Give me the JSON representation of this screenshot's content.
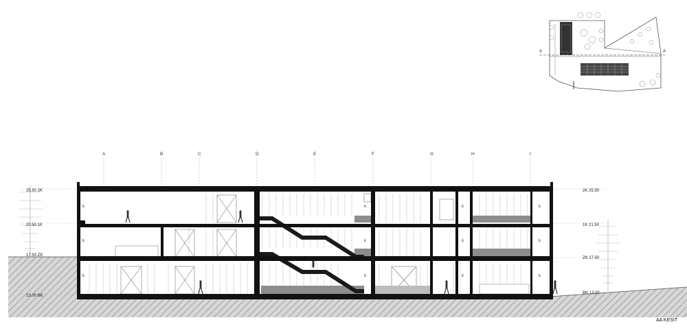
{
  "drawing": {
    "title": "AA KESİT",
    "grid_axes": [
      "A",
      "B",
      "C",
      "D",
      "E",
      "F",
      "G",
      "H",
      "I"
    ],
    "levels_left": [
      "25.50 2K",
      "20.50 1K",
      "17.50 ZK",
      "13.00 BK"
    ],
    "levels_right": [
      "2K  25.50",
      "1K  21.50",
      "ZK  17.50",
      "BK  13.00"
    ],
    "colors": {
      "slab": "#111111",
      "ground_hatch": "#9e9e9e",
      "glazing": "#c8c8c8",
      "stair": "#1a1a1a",
      "floor_fill": "#8d8d8d"
    }
  }
}
